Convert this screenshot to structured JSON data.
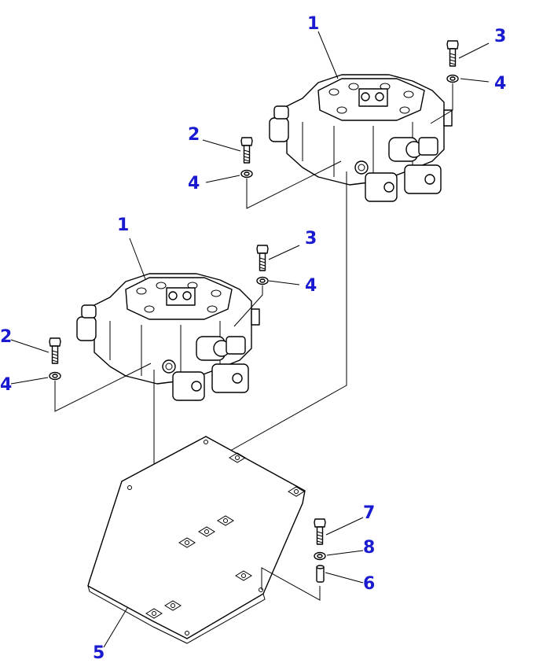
{
  "callouts": {
    "c1_top": "1",
    "c3_top": "3",
    "c4_top_right": "4",
    "c2_top": "2",
    "c4_top_left": "4",
    "c1_mid": "1",
    "c3_mid": "3",
    "c4_mid_right": "4",
    "c2_mid": "2",
    "c4_mid_left": "4",
    "c7": "7",
    "c8": "8",
    "c6": "6",
    "c5": "5"
  },
  "colors": {
    "callout": "#1a1ad0",
    "line": "#000000",
    "background": "#ffffff"
  }
}
